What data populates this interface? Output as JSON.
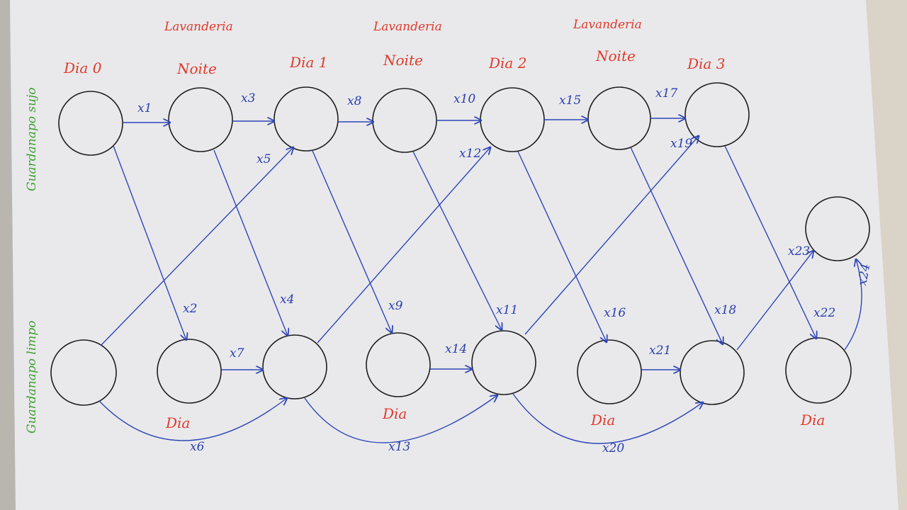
{
  "colors": {
    "paper": "#e9e9ec",
    "node_stroke": "#1e1e1e",
    "edge": "#2f46b8",
    "title_red": "#e03a2a",
    "row_green": "#3fa130"
  },
  "header_labels": {
    "lav1": "Lavanderia",
    "lav2": "Lavanderia",
    "lav3": "Lavanderia",
    "dia0": "Dia 0",
    "noite1": "Noite",
    "dia1": "Dia 1",
    "noite2": "Noite",
    "dia2": "Dia 2",
    "noite3": "Noite",
    "dia3": "Dia 3"
  },
  "bottom_labels": {
    "b1": "Dia",
    "b2": "Dia",
    "b3": "Dia",
    "b4": "Dia"
  },
  "row_labels": {
    "dirty": "Guardanapo sujo",
    "clean": "Guardanapo limpo"
  },
  "edge_labels": {
    "x1": "x1",
    "x2": "x2",
    "x3": "x3",
    "x4": "x4",
    "x5": "x5",
    "x6": "x6",
    "x7": "x7",
    "x8": "x8",
    "x9": "x9",
    "x10": "x10",
    "x11": "x11",
    "x12": "x12",
    "x13": "x13",
    "x14": "x14",
    "x15": "x15",
    "x16": "x16",
    "x17": "x17",
    "x18": "x18",
    "x19": "x19",
    "x20": "x20",
    "x21": "x21",
    "x22": "x22",
    "x23": "x23",
    "x24": "x24"
  }
}
